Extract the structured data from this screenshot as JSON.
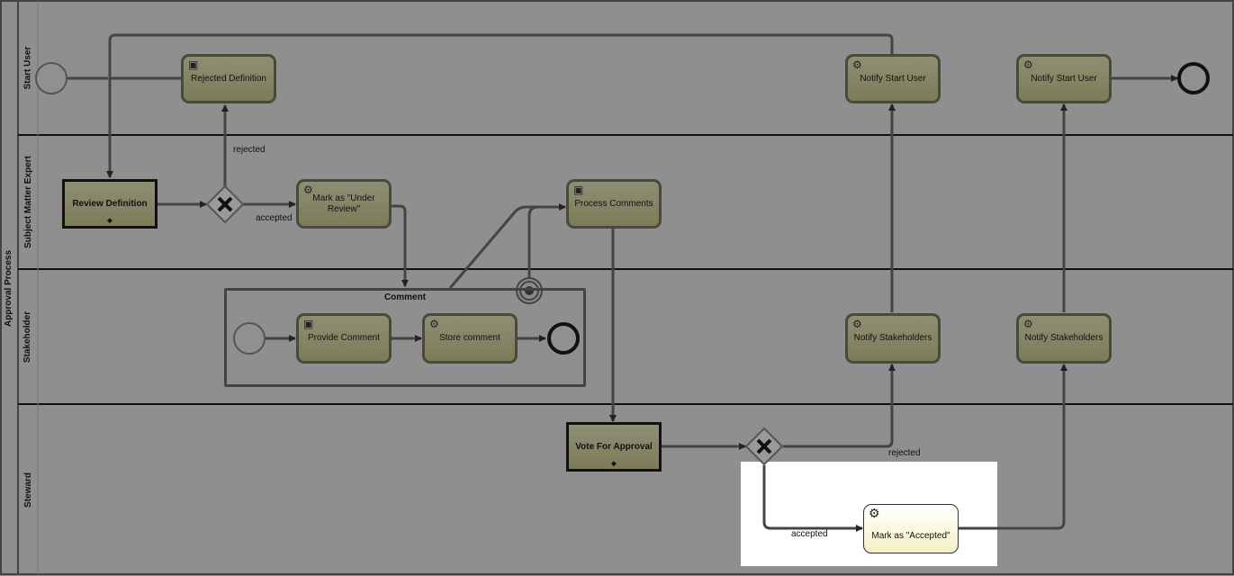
{
  "pool": {
    "label": "Approval Process"
  },
  "lanes": [
    {
      "id": "start-user",
      "label": "Start User"
    },
    {
      "id": "sme",
      "label": "Subject Matter Expert"
    },
    {
      "id": "stakeholder",
      "label": "Stakeholder"
    },
    {
      "id": "steward",
      "label": "Steward"
    }
  ],
  "tasks": {
    "rejected_definition": {
      "label": "Rejected Definition",
      "icon": "user-task-icon"
    },
    "notify_start_user_1": {
      "label": "Notify Start User",
      "icon": "gear-icon"
    },
    "notify_start_user_2": {
      "label": "Notify Start User",
      "icon": "gear-icon"
    },
    "review_definition": {
      "label": "Review Definition",
      "marker": "◆"
    },
    "mark_under_review": {
      "label": "Mark as \"Under Review\"",
      "icon": "gear-icon"
    },
    "process_comments": {
      "label": "Process Comments",
      "icon": "user-task-icon"
    },
    "provide_comment": {
      "label": "Provide Comment",
      "icon": "user-task-icon"
    },
    "store_comment": {
      "label": "Store comment",
      "icon": "gear-icon"
    },
    "notify_stakeholders_1": {
      "label": "Notify Stakeholders",
      "icon": "gear-icon"
    },
    "notify_stakeholders_2": {
      "label": "Notify Stakeholders",
      "icon": "gear-icon"
    },
    "vote_for_approval": {
      "label": "Vote For Approval",
      "marker": "◆"
    },
    "mark_accepted": {
      "label": "Mark as \"Accepted\"",
      "icon": "gear-icon"
    }
  },
  "subprocess": {
    "label": "Comment"
  },
  "flow_labels": {
    "rejected_1": "rejected",
    "accepted_1": "accepted",
    "rejected_2": "rejected",
    "accepted_2": "accepted"
  },
  "colors": {
    "background_dim": "#8f8f8f",
    "task_fill": "#7c7c5a",
    "highlight_task_fill": "#f4f1c4",
    "line": "#444444"
  }
}
